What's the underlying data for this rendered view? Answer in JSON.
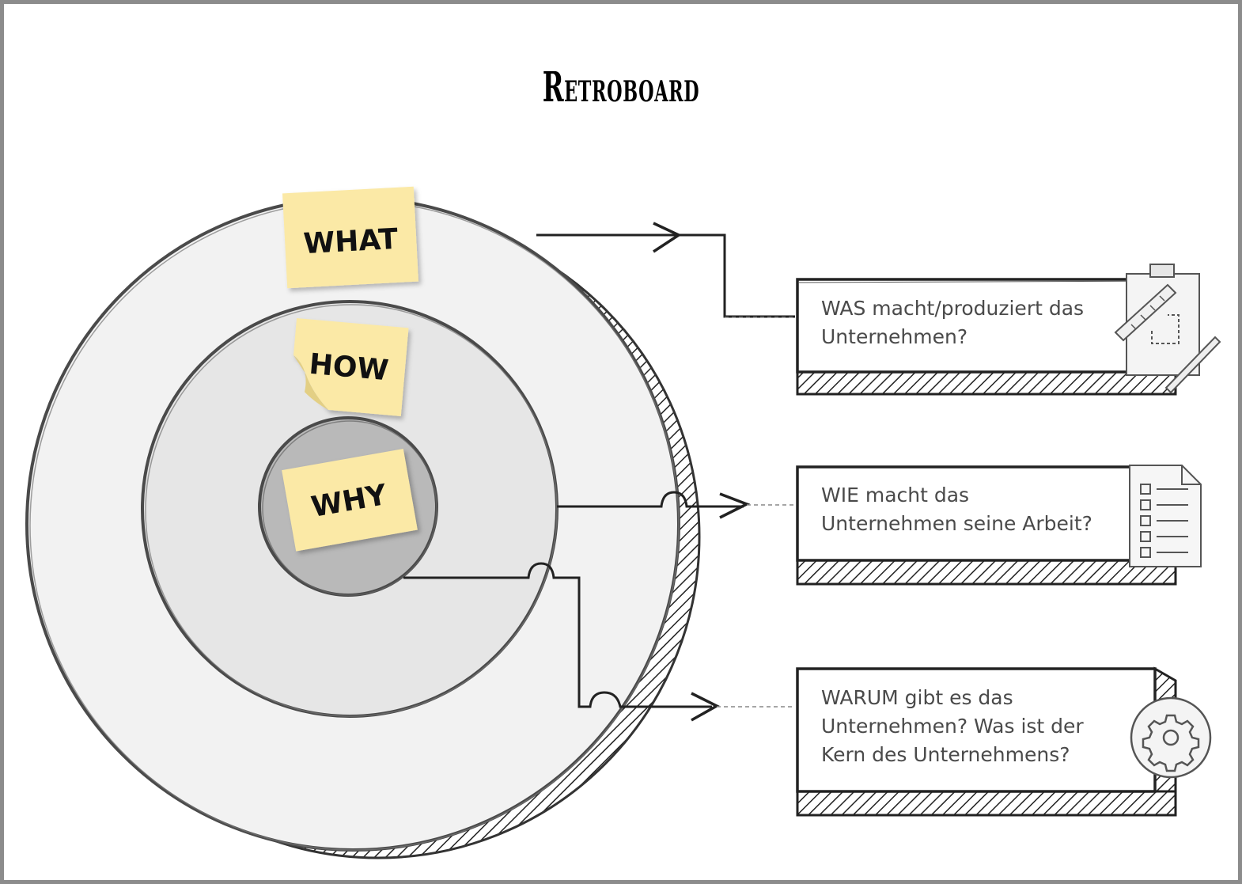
{
  "title": "Retroboard",
  "notes": {
    "what": "WHAT",
    "how": "HOW",
    "why": "WHY"
  },
  "boxes": {
    "what": [
      "WAS macht/produziert das",
      "Unternehmen?"
    ],
    "how": [
      "WIE macht das",
      "Unternehmen seine Arbeit?"
    ],
    "why": [
      "WARUM gibt es das",
      "Unternehmen? Was ist der",
      "Kern des Unternehmens?"
    ]
  },
  "icons": {
    "what": "clipboard-icon",
    "how": "checklist-document-icon",
    "why": "gear-icon"
  },
  "colors": {
    "sticky_note": "#fbe9a6",
    "outer_circle": "#f2f2f2",
    "middle_circle": "#e6e6e6",
    "inner_circle": "#b9b9b9",
    "line": "#222222",
    "frame": "#8c8c8c"
  }
}
